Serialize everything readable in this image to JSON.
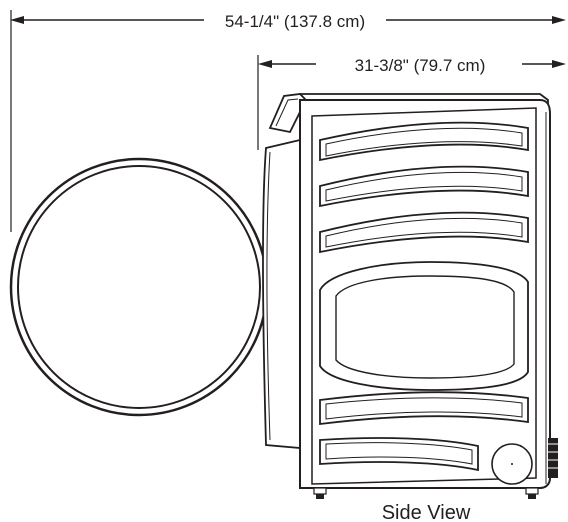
{
  "diagram": {
    "overall_width_label": "54-1/4\" (137.8 cm)",
    "body_depth_label": "31-3/8\" (79.7 cm)",
    "view_label": "Side View",
    "line_color": "#231f20",
    "background_color": "#ffffff"
  }
}
